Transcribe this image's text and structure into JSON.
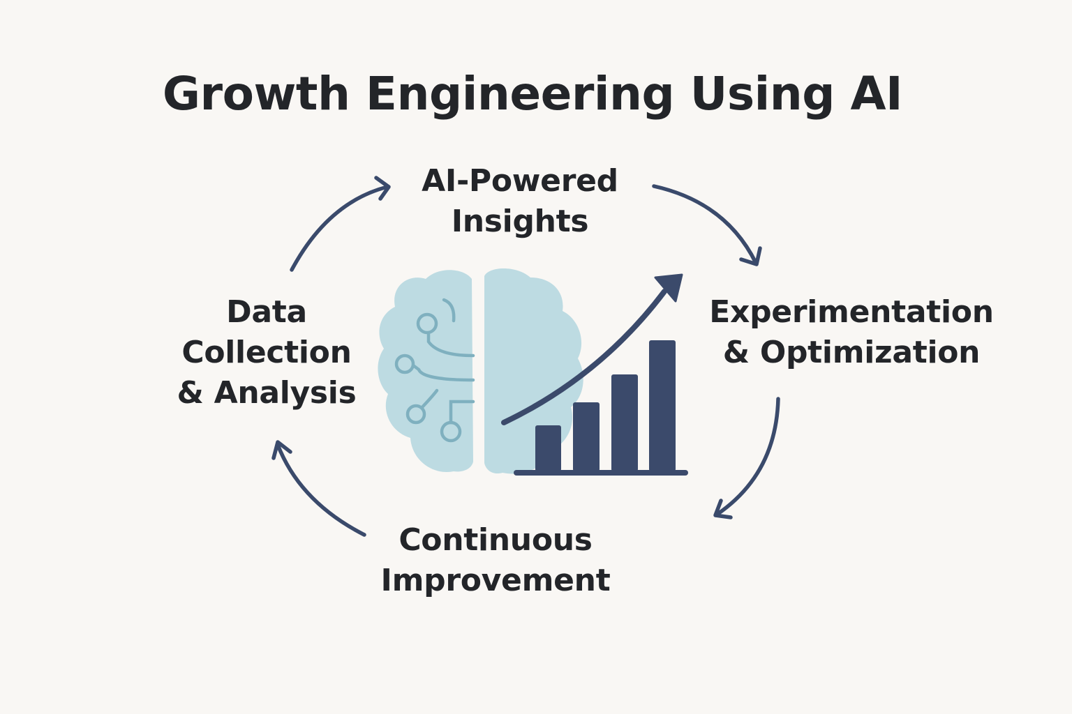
{
  "title": "Growth Engineering Using AI",
  "steps": {
    "insights": {
      "line1": "AI-Powered",
      "line2": "Insights"
    },
    "experimentation": {
      "line1": "Experimentation",
      "line2": "& Optimization"
    },
    "improvement": {
      "line1": "Continuous",
      "line2": "Improvement"
    },
    "data": {
      "line1": "Data",
      "line2": "Collection",
      "line3": "& Analysis"
    }
  },
  "center_graphic": {
    "icon": "brain-growth-chart-icon",
    "bar_count": 4,
    "relative_bar_heights": [
      0.35,
      0.52,
      0.73,
      1.0
    ]
  },
  "cycle_direction": "clockwise",
  "colors": {
    "background": "#f9f7f4",
    "text": "#232529",
    "arrow": "#3a4a6b",
    "brain": "#bddbe2",
    "circuit": "#7fb0bf",
    "chart": "#3b4a6b"
  }
}
